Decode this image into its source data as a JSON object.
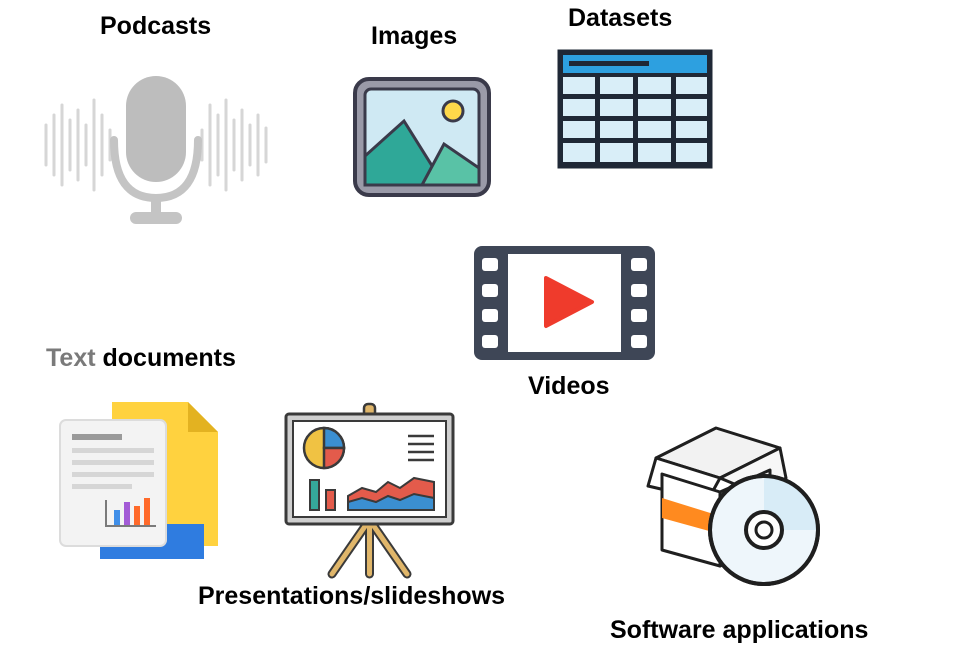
{
  "items": {
    "podcasts": {
      "label": "Podcasts",
      "icon": "microphone-icon"
    },
    "images": {
      "label": "Images",
      "icon": "image-picture-icon"
    },
    "datasets": {
      "label": "Datasets",
      "icon": "spreadsheet-table-icon"
    },
    "videos": {
      "label": "Videos",
      "icon": "video-play-icon"
    },
    "text_documents": {
      "label_part1": "Text",
      "label_part2": " documents",
      "icon": "document-icon"
    },
    "presentations": {
      "label": "Presentations/slideshows",
      "icon": "presentation-easel-icon"
    },
    "software": {
      "label": "Software applications",
      "icon": "software-box-disc-icon"
    }
  }
}
